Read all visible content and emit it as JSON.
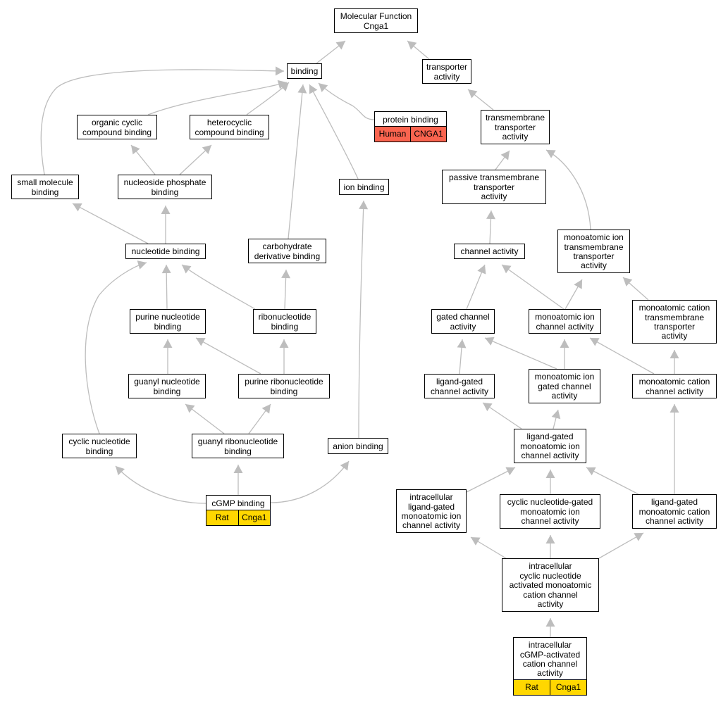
{
  "colors": {
    "edge": "#bdbdbd",
    "rat": "#ffd700",
    "human": "#fa644f",
    "border": "#000000"
  },
  "nodes": [
    {
      "id": "mf",
      "lines": [
        "Molecular Function",
        "Cnga1"
      ]
    },
    {
      "id": "binding",
      "lines": [
        "binding"
      ]
    },
    {
      "id": "transporter",
      "lines": [
        "transporter",
        "activity"
      ]
    },
    {
      "id": "organic",
      "lines": [
        "organic cyclic",
        "compound binding"
      ]
    },
    {
      "id": "heterocyclic",
      "lines": [
        "heterocyclic",
        "compound binding"
      ]
    },
    {
      "id": "protein",
      "lines": [
        "protein binding"
      ],
      "tags": [
        {
          "text": "Human",
          "color": "human"
        },
        {
          "text": "CNGA1",
          "color": "human"
        }
      ]
    },
    {
      "id": "tmtransporter",
      "lines": [
        "transmembrane",
        "transporter",
        "activity"
      ]
    },
    {
      "id": "smallmol",
      "lines": [
        "small molecule",
        "binding"
      ]
    },
    {
      "id": "nucphos",
      "lines": [
        "nucleoside phosphate",
        "binding"
      ]
    },
    {
      "id": "ion",
      "lines": [
        "ion binding"
      ]
    },
    {
      "id": "passive",
      "lines": [
        "passive transmembrane",
        "transporter",
        "activity"
      ]
    },
    {
      "id": "nucleotide",
      "lines": [
        "nucleotide binding"
      ]
    },
    {
      "id": "carbo",
      "lines": [
        "carbohydrate",
        "derivative binding"
      ]
    },
    {
      "id": "channel",
      "lines": [
        "channel activity"
      ]
    },
    {
      "id": "monotm",
      "lines": [
        "monoatomic ion",
        "transmembrane",
        "transporter",
        "activity"
      ]
    },
    {
      "id": "purine",
      "lines": [
        "purine nucleotide",
        "binding"
      ]
    },
    {
      "id": "ribo",
      "lines": [
        "ribonucleotide",
        "binding"
      ]
    },
    {
      "id": "gated",
      "lines": [
        "gated channel",
        "activity"
      ]
    },
    {
      "id": "monochan",
      "lines": [
        "monoatomic ion",
        "channel activity"
      ]
    },
    {
      "id": "monocattm",
      "lines": [
        "monoatomic cation",
        "transmembrane",
        "transporter",
        "activity"
      ]
    },
    {
      "id": "guanyl",
      "lines": [
        "guanyl nucleotide",
        "binding"
      ]
    },
    {
      "id": "purribo",
      "lines": [
        "purine ribonucleotide",
        "binding"
      ]
    },
    {
      "id": "ligchan",
      "lines": [
        "ligand-gated",
        "channel activity"
      ]
    },
    {
      "id": "monogated",
      "lines": [
        "monoatomic ion",
        "gated channel",
        "activity"
      ]
    },
    {
      "id": "monocatchan",
      "lines": [
        "monoatomic cation",
        "channel activity"
      ]
    },
    {
      "id": "cyclic",
      "lines": [
        "cyclic nucleotide",
        "binding"
      ]
    },
    {
      "id": "guanylribo",
      "lines": [
        "guanyl ribonucleotide",
        "binding"
      ]
    },
    {
      "id": "anion",
      "lines": [
        "anion binding"
      ]
    },
    {
      "id": "ligmono",
      "lines": [
        "ligand-gated",
        "monoatomic ion",
        "channel activity"
      ]
    },
    {
      "id": "cgmp",
      "lines": [
        "cGMP binding"
      ],
      "tags": [
        {
          "text": "Rat",
          "color": "rat"
        },
        {
          "text": "Cnga1",
          "color": "rat"
        }
      ]
    },
    {
      "id": "intraligmono",
      "lines": [
        "intracellular",
        "ligand-gated",
        "monoatomic ion",
        "channel activity"
      ]
    },
    {
      "id": "cycgated",
      "lines": [
        "cyclic nucleotide-gated",
        "monoatomic ion",
        "channel activity"
      ]
    },
    {
      "id": "ligmonocat",
      "lines": [
        "ligand-gated",
        "monoatomic cation",
        "channel activity"
      ]
    },
    {
      "id": "intracyc",
      "lines": [
        "intracellular",
        "cyclic nucleotide",
        "activated monoatomic",
        "cation channel",
        "activity"
      ]
    },
    {
      "id": "intracgmp",
      "lines": [
        "intracellular",
        "cGMP-activated",
        "cation channel",
        "activity"
      ],
      "tags": [
        {
          "text": "Rat",
          "color": "rat"
        },
        {
          "text": "Cnga1",
          "color": "rat"
        }
      ]
    }
  ],
  "edges": [
    {
      "from": "binding",
      "to": "mf"
    },
    {
      "from": "transporter",
      "to": "mf"
    },
    {
      "from": "organic",
      "to": "binding"
    },
    {
      "from": "heterocyclic",
      "to": "binding"
    },
    {
      "from": "protein",
      "to": "binding"
    },
    {
      "from": "smallmol",
      "to": "binding"
    },
    {
      "from": "ion",
      "to": "binding"
    },
    {
      "from": "carbo",
      "to": "binding"
    },
    {
      "from": "tmtransporter",
      "to": "transporter"
    },
    {
      "from": "passive",
      "to": "tmtransporter"
    },
    {
      "from": "monotm",
      "to": "tmtransporter"
    },
    {
      "from": "nucphos",
      "to": "organic"
    },
    {
      "from": "nucphos",
      "to": "heterocyclic"
    },
    {
      "from": "nucleotide",
      "to": "smallmol"
    },
    {
      "from": "nucleotide",
      "to": "nucphos"
    },
    {
      "from": "anion",
      "to": "ion"
    },
    {
      "from": "channel",
      "to": "passive"
    },
    {
      "from": "purine",
      "to": "nucleotide"
    },
    {
      "from": "ribo",
      "to": "nucleotide"
    },
    {
      "from": "cyclic",
      "to": "nucleotide"
    },
    {
      "from": "ribo",
      "to": "carbo"
    },
    {
      "from": "gated",
      "to": "channel"
    },
    {
      "from": "monochan",
      "to": "channel"
    },
    {
      "from": "monochan",
      "to": "monotm"
    },
    {
      "from": "monocattm",
      "to": "monotm"
    },
    {
      "from": "guanyl",
      "to": "purine"
    },
    {
      "from": "purribo",
      "to": "purine"
    },
    {
      "from": "purribo",
      "to": "ribo"
    },
    {
      "from": "ligchan",
      "to": "gated"
    },
    {
      "from": "monogated",
      "to": "gated"
    },
    {
      "from": "monogated",
      "to": "monochan"
    },
    {
      "from": "monocatchan",
      "to": "monochan"
    },
    {
      "from": "monocatchan",
      "to": "monocattm"
    },
    {
      "from": "guanylribo",
      "to": "guanyl"
    },
    {
      "from": "guanylribo",
      "to": "purribo"
    },
    {
      "from": "ligmono",
      "to": "ligchan"
    },
    {
      "from": "ligmono",
      "to": "monogated"
    },
    {
      "from": "ligmonocat",
      "to": "monocatchan"
    },
    {
      "from": "cgmp",
      "to": "cyclic"
    },
    {
      "from": "cgmp",
      "to": "guanylribo"
    },
    {
      "from": "cgmp",
      "to": "anion"
    },
    {
      "from": "intraligmono",
      "to": "ligmono"
    },
    {
      "from": "cycgated",
      "to": "ligmono"
    },
    {
      "from": "ligmonocat",
      "to": "ligmono"
    },
    {
      "from": "intracyc",
      "to": "intraligmono"
    },
    {
      "from": "intracyc",
      "to": "cycgated"
    },
    {
      "from": "intracyc",
      "to": "ligmonocat"
    },
    {
      "from": "intracgmp",
      "to": "intracyc"
    }
  ]
}
